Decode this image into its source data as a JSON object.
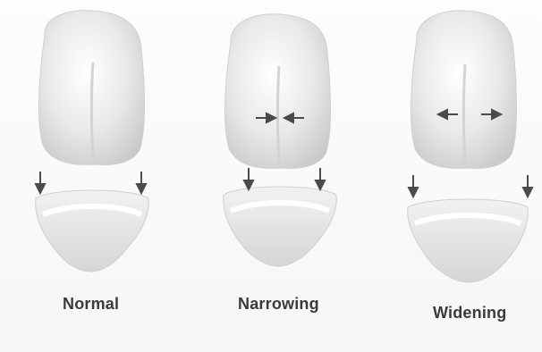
{
  "panels": [
    {
      "id": "normal",
      "label": "Normal",
      "crown_arrows": "none"
    },
    {
      "id": "narrowing",
      "label": "Narrowing",
      "crown_arrows": "inward"
    },
    {
      "id": "widening",
      "label": "Widening",
      "crown_arrows": "outward"
    }
  ],
  "colors": {
    "tooth_shade": "#e6e6e6",
    "tooth_highlight": "#ffffff",
    "tooth_shadow": "#c9c9c9",
    "arrow": "#4a4a4a",
    "caption": "#3a3a3a"
  }
}
